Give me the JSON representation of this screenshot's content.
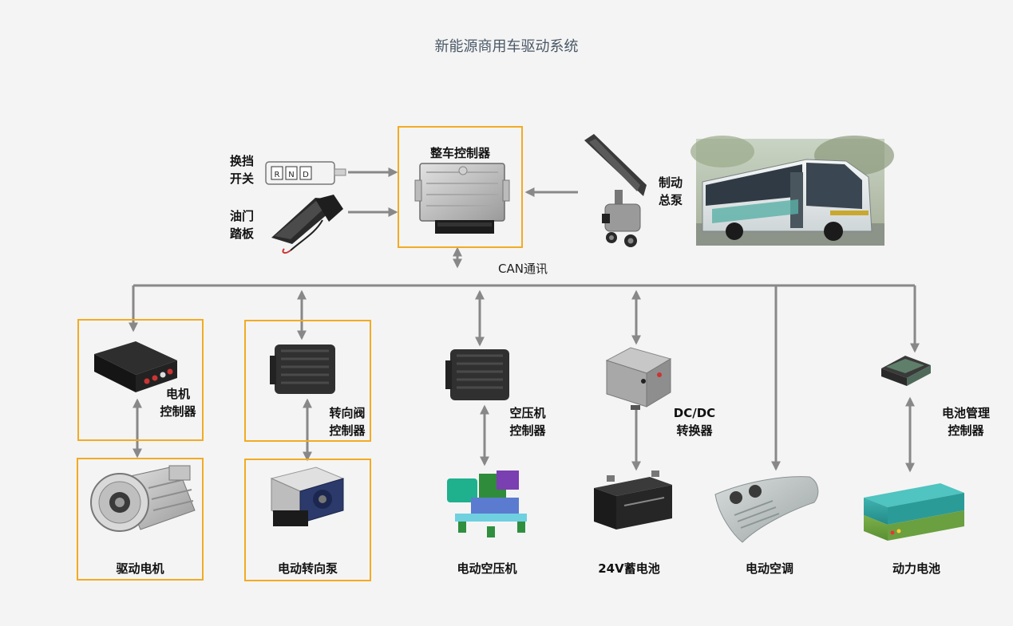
{
  "title": "新能源商用车驱动系统",
  "colors": {
    "highlight_border": "#f2ab24",
    "connector": "#888888",
    "background": "#f4f4f4"
  },
  "top": {
    "vcu": "整车控制器",
    "shift_switch": [
      "换挡",
      "开关"
    ],
    "accelerator_pedal": [
      "油门",
      "踏板"
    ],
    "brake_master_pump": [
      "制动",
      "总泵"
    ],
    "shift_panel_marks": [
      "R",
      "N",
      "D"
    ],
    "bus_icon": "electric-bus-photo"
  },
  "bus_label": "CAN通讯",
  "components": {
    "motor_controller": [
      "电机",
      "控制器"
    ],
    "steering_valve_controller": [
      "转向阀",
      "控制器"
    ],
    "air_compressor_controller": [
      "空压机",
      "控制器"
    ],
    "dcdc_converter": [
      "DC/DC",
      "转换器"
    ],
    "bms": [
      "电池管理",
      "控制器"
    ]
  },
  "bottom": {
    "drive_motor": "驱动电机",
    "electric_steering_pump": "电动转向泵",
    "electric_air_compressor": "电动空压机",
    "battery_24v": "24V蓄电池",
    "electric_ac": "电动空调",
    "power_battery": "动力电池"
  }
}
